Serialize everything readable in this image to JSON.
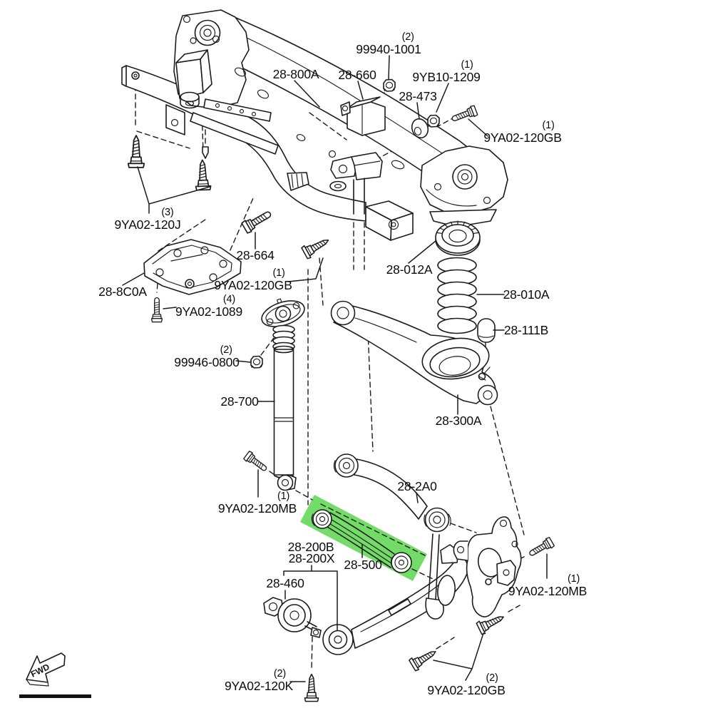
{
  "diagram_title": "rear-suspension-exploded-parts-diagram",
  "highlighted_part": "28-500",
  "highlight_color": "#6CD95F",
  "line_color": "#1c1c1c",
  "fwd_marker": {
    "label": "FWD"
  },
  "parts": [
    {
      "text": "28-800A"
    },
    {
      "text": "99940-1001",
      "qty": "(2)"
    },
    {
      "text": "28-660"
    },
    {
      "text": "9YB10-1209",
      "qty": "(1)"
    },
    {
      "text": "28-473"
    },
    {
      "text": "9YA02-120GB",
      "qty": "(1)"
    },
    {
      "text": "9YA02-120J",
      "qty": "(3)"
    },
    {
      "text": "28-664"
    },
    {
      "text": "9YA02-120GB",
      "qty": "(1)"
    },
    {
      "text": "28-012A"
    },
    {
      "text": "28-010A"
    },
    {
      "text": "28-111B"
    },
    {
      "text": "28-8C0A"
    },
    {
      "text": "9YA02-1089",
      "qty": "(4)"
    },
    {
      "text": "99946-0800",
      "qty": "(2)"
    },
    {
      "text": "28-700"
    },
    {
      "text": "28-300A"
    },
    {
      "text": "9YA02-120MB",
      "qty": "(1)"
    },
    {
      "text": "28-2A0"
    },
    {
      "text": "28-200B"
    },
    {
      "text": "28-200X"
    },
    {
      "text": "28-500"
    },
    {
      "text": "28-460"
    },
    {
      "text": "9YA02-120MB",
      "qty": "(1)"
    },
    {
      "text": "9YA02-120K",
      "qty": "(2)"
    },
    {
      "text": "9YA02-120GB",
      "qty": "(2)"
    }
  ]
}
